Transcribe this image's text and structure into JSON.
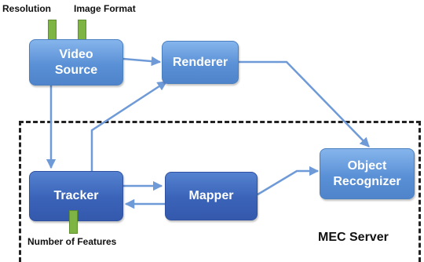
{
  "diagram": {
    "parameters": {
      "resolution": "Resolution",
      "image_format": "Image Format",
      "number_of_features": "Number of Features"
    },
    "nodes": {
      "video_source": {
        "line1": "Video",
        "line2": "Source"
      },
      "renderer": {
        "label": "Renderer"
      },
      "tracker": {
        "label": "Tracker"
      },
      "mapper": {
        "label": "Mapper"
      },
      "object_recognizer": {
        "line1": "Object",
        "line2": "Recognizer"
      }
    },
    "region": {
      "label": "MEC Server"
    },
    "colors": {
      "light_node": "#5a90d6",
      "dark_node": "#3a63b8",
      "arrow": "#6f9ad8",
      "parameter_knob": "#7db443"
    }
  }
}
